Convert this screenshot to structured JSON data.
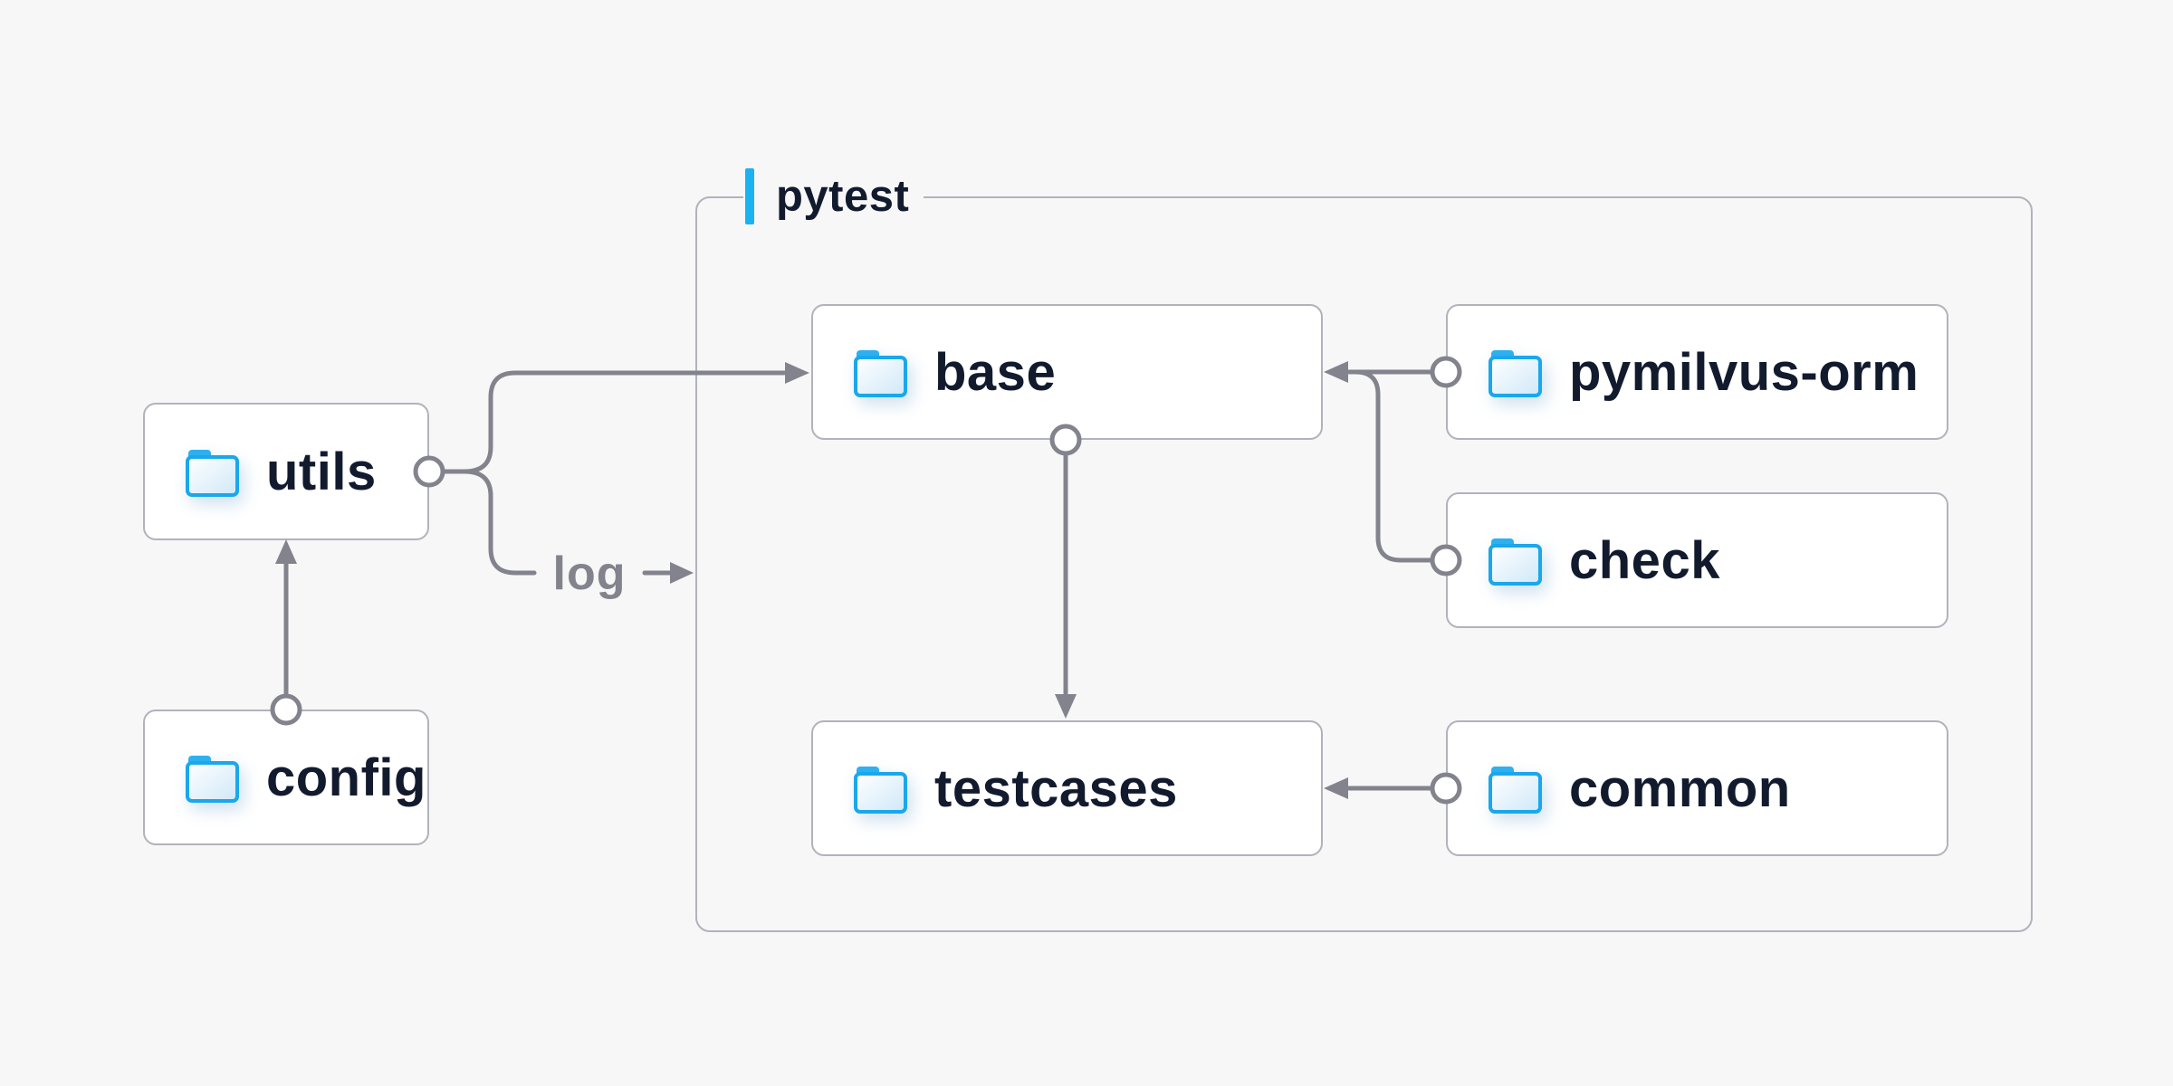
{
  "diagram": {
    "container_label": "pytest",
    "log_label": "log"
  },
  "nodes": {
    "utils": {
      "label": "utils"
    },
    "config": {
      "label": "config"
    },
    "base": {
      "label": "base"
    },
    "pymilvus_orm": {
      "label": "pymilvus-orm"
    },
    "check": {
      "label": "check"
    },
    "testcases": {
      "label": "testcases"
    },
    "common": {
      "label": "common"
    }
  },
  "edges": [
    {
      "from": "config",
      "to": "utils"
    },
    {
      "from": "utils",
      "to": "base"
    },
    {
      "from": "utils",
      "to": "pytest",
      "label": "log"
    },
    {
      "from": "pymilvus-orm",
      "to": "base"
    },
    {
      "from": "check",
      "to": "base"
    },
    {
      "from": "base",
      "to": "testcases"
    },
    {
      "from": "common",
      "to": "testcases"
    }
  ],
  "colors": {
    "background": "#f7f7f8",
    "node_background": "#ffffff",
    "node_border": "#b2b2bc",
    "node_text": "#121b2e",
    "edge": "#83838d",
    "accent": "#1ab2f0",
    "folder_blue": "#1aa7ec"
  }
}
